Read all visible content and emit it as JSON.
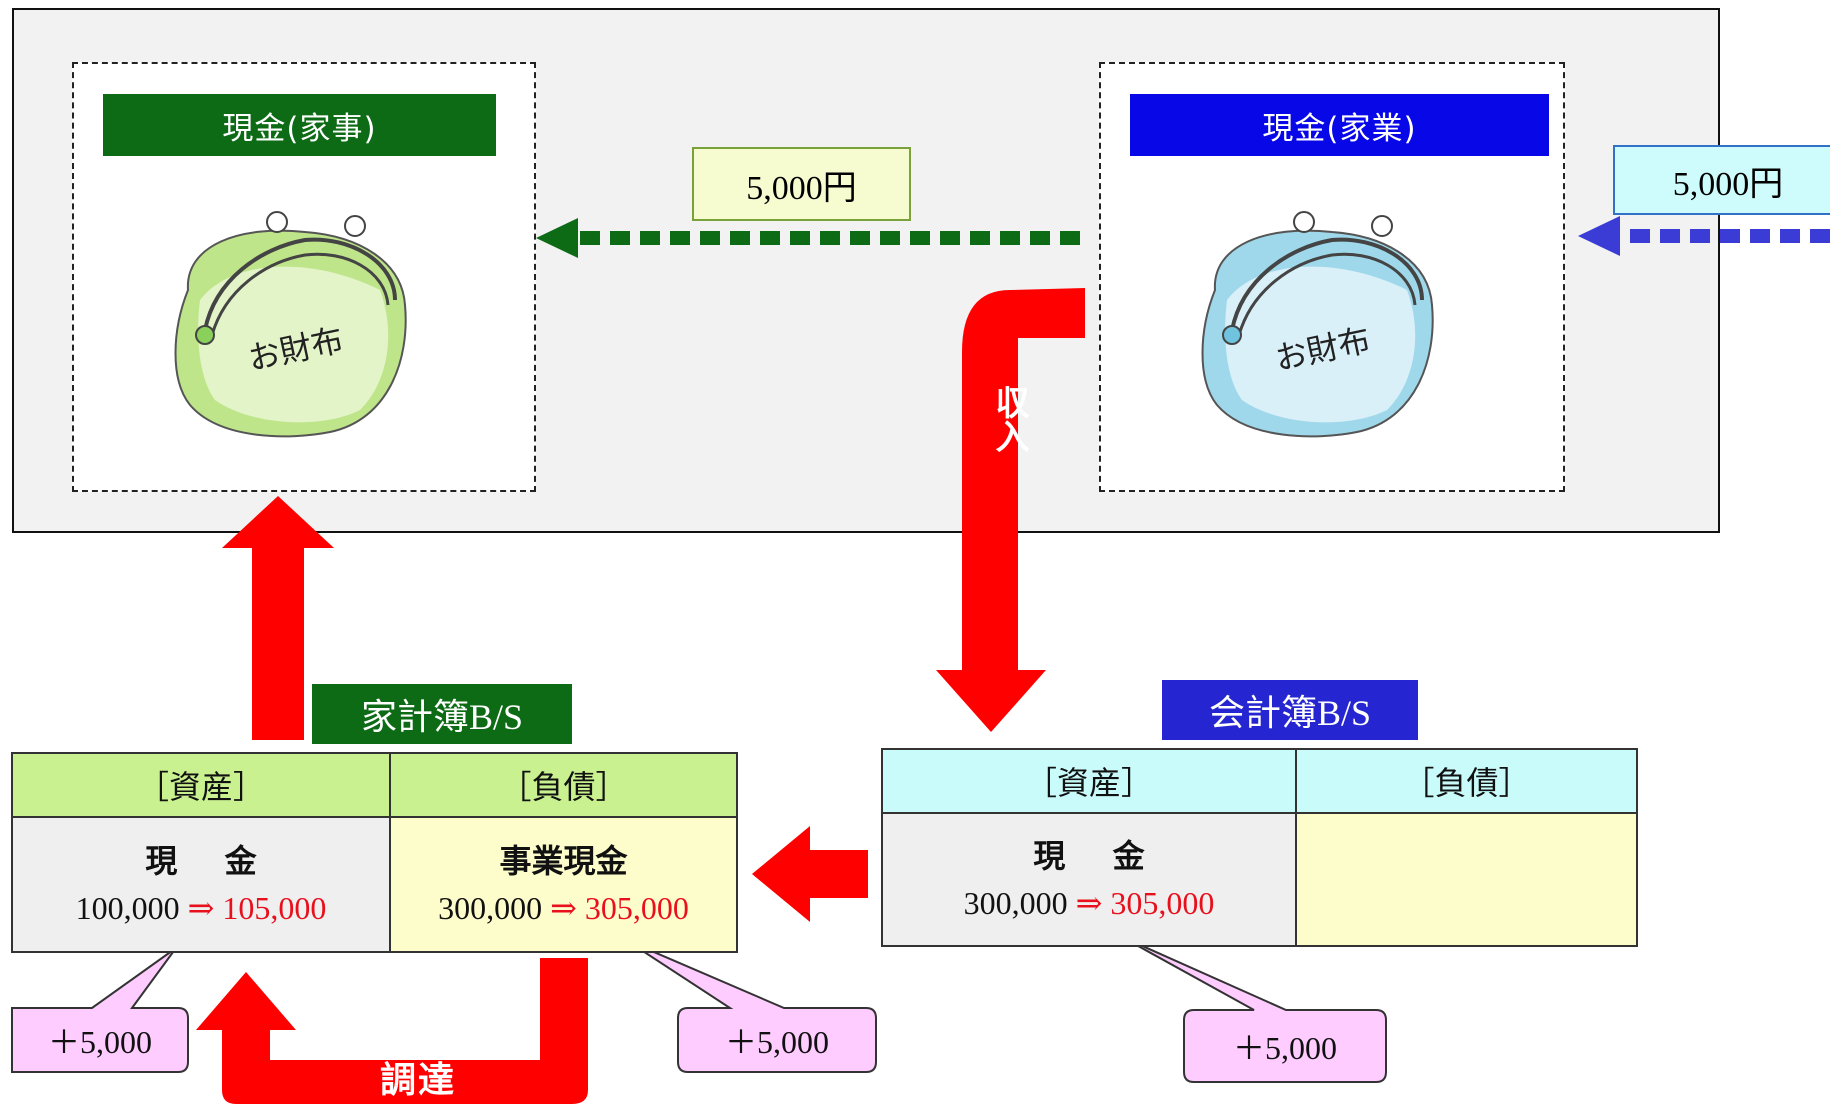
{
  "top_panel": {
    "kaji_title": "現金(家事)",
    "kagyo_title": "現金(家業)",
    "transfer_amount": "5,000円",
    "incoming_amount": "5,000円"
  },
  "wallet_text": "お財布",
  "arrows": {
    "income_label": "収入",
    "funding_label": "調達"
  },
  "kakeibo_bs": {
    "title": "家計簿B/S",
    "asset_header": "［資産］",
    "liability_header": "［負債］",
    "asset_label": "現 金",
    "asset_before": "100,000",
    "asset_arrow": "⇒",
    "asset_after": "105,000",
    "liability_label": "事業現金",
    "liability_before": "300,000",
    "liability_arrow": "⇒",
    "liability_after": "305,000"
  },
  "kaikeibo_bs": {
    "title": "会計簿B/S",
    "asset_header": "［資産］",
    "liability_header": "［負債］",
    "asset_label": "現 金",
    "asset_before": "300,000",
    "asset_arrow": "⇒",
    "asset_after": "305,000"
  },
  "callouts": {
    "kakeibo_asset": "＋5,000",
    "kakeibo_liability": "＋5,000",
    "kaikeibo_asset": "＋5,000"
  },
  "colors": {
    "green": "#0d6b16",
    "blue": "#0707e8",
    "red": "#ff0000",
    "callout_pink": "#ffccff"
  }
}
